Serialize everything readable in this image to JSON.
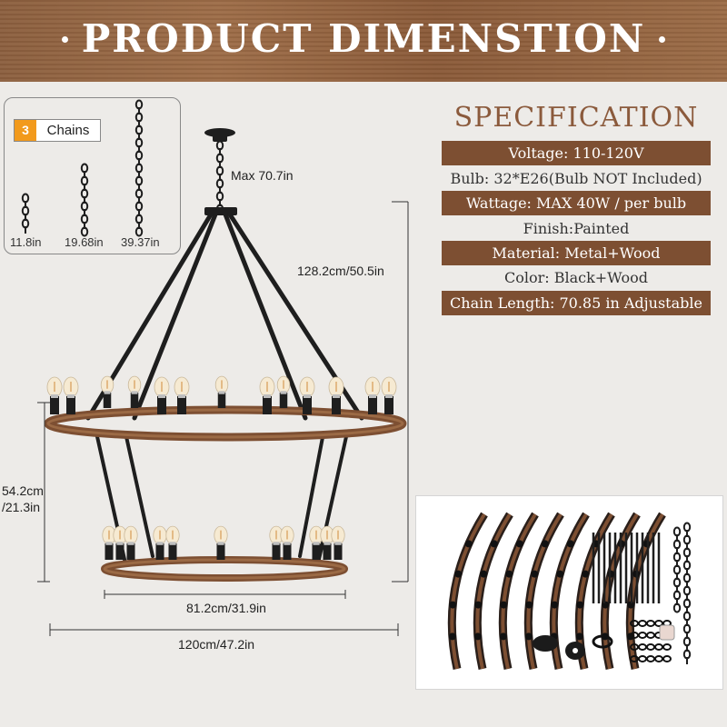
{
  "banner": {
    "title": "PRODUCT DIMENSTION"
  },
  "chains": {
    "count": "3",
    "label": "Chains",
    "lengths": [
      "11.8in",
      "19.68in",
      "39.37in"
    ]
  },
  "dimensions": {
    "max_chain": "Max 70.7in",
    "total_height": "128.2cm/50.5in",
    "tier_height_cm": "54.2cm",
    "tier_height_in": "/21.3in",
    "bottom_width": "81.2cm/31.9in",
    "top_width": "120cm/47.2in"
  },
  "specification": {
    "title": "SPECIFICATION",
    "rows": [
      {
        "text": "Voltage: 110-120V",
        "style": "dark"
      },
      {
        "text": "Bulb: 32*E26(Bulb NOT Included)",
        "style": "light"
      },
      {
        "text": "Wattage: MAX 40W / per bulb",
        "style": "dark"
      },
      {
        "text": "Finish:Painted",
        "style": "light"
      },
      {
        "text": "Material: Metal+Wood",
        "style": "dark"
      },
      {
        "text": "Color: Black+Wood",
        "style": "light"
      },
      {
        "text": "Chain Length: 70.85 in Adjustable",
        "style": "dark"
      }
    ]
  },
  "colors": {
    "wood": "#7d4f32",
    "accent": "#f29a1c",
    "metal": "#1e1e1e",
    "bulb": "#f6ead2"
  }
}
